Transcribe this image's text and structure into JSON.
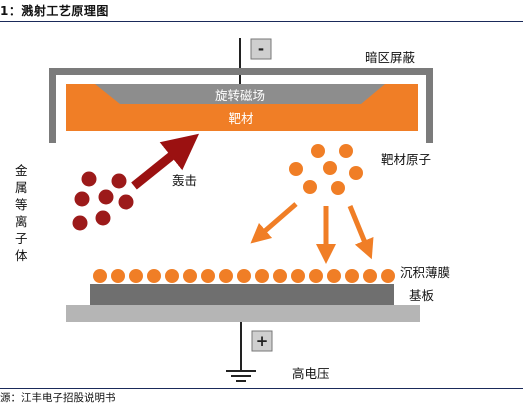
{
  "figure": {
    "title": "1：溅射工艺原理图",
    "source": "源：江丰电子招股说明书"
  },
  "labels": {
    "negative_terminal": "-",
    "positive_terminal": "+",
    "shield": "暗区屏蔽",
    "magnetic_field": "旋转磁场",
    "target": "靶材",
    "target_atoms": "靶材原子",
    "bombard": "轰击",
    "metal_ions_chars": [
      "金",
      "属",
      "等",
      "离",
      "子",
      "体"
    ],
    "film": "沉积薄膜",
    "substrate": "基板",
    "high_voltage": "高电压"
  },
  "colors": {
    "target_orange": "#f07e26",
    "ion_red": "#9c1a1a",
    "arrow_red": "#9b1111",
    "shield_gray": "#7b7b7b",
    "magnet_gray": "#8d8d8d",
    "substrate_dark": "#6f6f6f",
    "base_gray": "#b5b5b5"
  },
  "icons": [
    "minus-terminal-icon",
    "plus-terminal-icon",
    "ground-icon",
    "bombard-arrow-icon",
    "emission-arrow-icon"
  ]
}
